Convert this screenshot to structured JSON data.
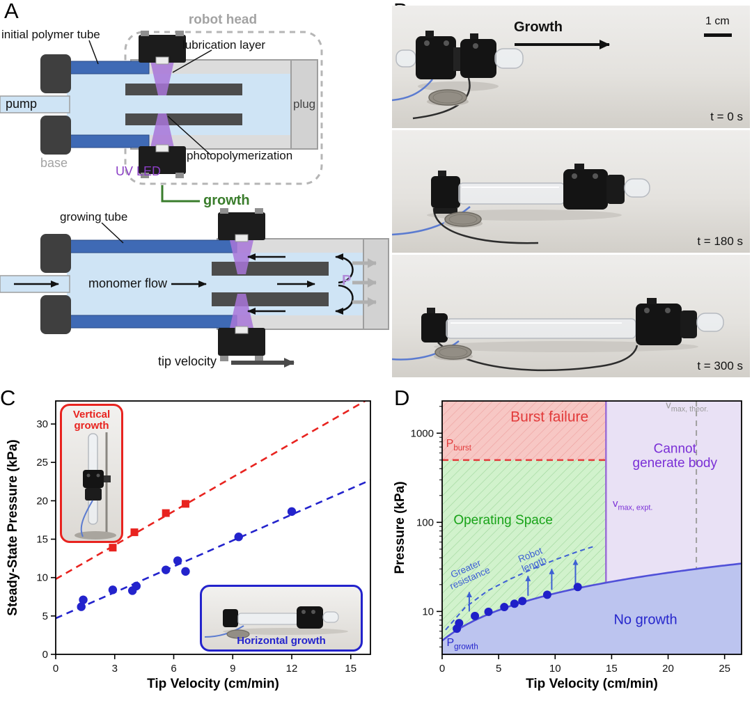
{
  "panel_letters": {
    "a": "A",
    "b": "B",
    "c": "C",
    "d": "D"
  },
  "panel_a": {
    "labels": {
      "robot_head": "robot head",
      "initial_polymer_tube": "initial polymer tube",
      "lubrication_layer": "lubrication layer",
      "pump": "pump",
      "plug": "plug",
      "base": "base",
      "uv_led": "UV LED",
      "photopolymerization": "photopolymerization",
      "growth": "growth",
      "growing_tube": "growing tube",
      "monomer_flow": "monomer flow",
      "pressure": "P",
      "tip_velocity": "tip velocity"
    },
    "colors": {
      "tube_blue": "#3f6ab5",
      "monomer_light_blue": "#cfe4f5",
      "uv_purple": "#a875d8",
      "growth_green": "#3a7d2c"
    }
  },
  "panel_b": {
    "growth_label": "Growth",
    "scale_bar_label": "1 cm",
    "frames": [
      {
        "time_label": "t = 0 s"
      },
      {
        "time_label": "t = 180 s"
      },
      {
        "time_label": "t = 300 s"
      }
    ]
  },
  "chart_data": [
    {
      "id": "C",
      "type": "scatter",
      "xlabel": "Tip Velocity (cm/min)",
      "ylabel": "Steady-State Pressure (kPa)",
      "xlim": [
        0,
        16
      ],
      "ylim": [
        0,
        33
      ],
      "xticks": [
        0,
        3,
        6,
        9,
        12,
        15
      ],
      "yticks": [
        0,
        5,
        10,
        15,
        20,
        25,
        30
      ],
      "grid": false,
      "series": [
        {
          "name": "Vertical growth",
          "marker": "square",
          "color": "#e8231f",
          "trend": [
            [
              0,
              9.8
            ],
            [
              16,
              33.4
            ]
          ],
          "points": [
            [
              2.9,
              13.9
            ],
            [
              4.0,
              15.9
            ],
            [
              5.6,
              18.4
            ],
            [
              6.6,
              19.6
            ]
          ]
        },
        {
          "name": "Horizontal growth",
          "marker": "circle",
          "color": "#2323cc",
          "trend": [
            [
              0,
              4.7
            ],
            [
              16,
              22.7
            ]
          ],
          "points": [
            [
              1.3,
              6.2
            ],
            [
              1.4,
              7.1
            ],
            [
              2.9,
              8.4
            ],
            [
              3.9,
              8.3
            ],
            [
              4.1,
              8.9
            ],
            [
              5.6,
              11.0
            ],
            [
              6.2,
              12.2
            ],
            [
              6.6,
              10.8
            ],
            [
              9.3,
              15.3
            ],
            [
              12.0,
              18.6
            ]
          ]
        }
      ],
      "insets": [
        {
          "label": "Vertical growth",
          "color": "#e8231f"
        },
        {
          "label": "Horizontal growth",
          "color": "#2323cc"
        }
      ]
    },
    {
      "id": "D",
      "type": "phase-diagram",
      "xlabel": "Tip Velocity (cm/min)",
      "ylabel": "Pressure (kPa)",
      "xlim": [
        0,
        26.5
      ],
      "ylim": [
        3.3,
        2300
      ],
      "log_y": true,
      "xticks": [
        0,
        5,
        10,
        15,
        20,
        25
      ],
      "yticks": [
        10,
        100,
        1000
      ],
      "p_burst_kpa": 500,
      "v_max_expt": 14.5,
      "v_max_theor": 22.5,
      "growth_curve": {
        "intercept": 4.7,
        "slope": 1.125
      },
      "resistance_curve": [
        [
          0.3,
          6.2
        ],
        [
          2,
          11
        ],
        [
          4,
          17
        ],
        [
          6,
          23
        ],
        [
          8,
          30
        ],
        [
          10,
          38
        ],
        [
          12,
          47
        ],
        [
          13.5,
          54
        ]
      ],
      "resistance_arrows": [
        [
          2.4,
          10,
          16.5
        ],
        [
          7.6,
          15,
          25
        ],
        [
          9.7,
          17.5,
          30
        ],
        [
          11.8,
          20,
          38
        ]
      ],
      "points": [
        [
          1.3,
          6.4
        ],
        [
          1.5,
          7.4
        ],
        [
          2.9,
          8.9
        ],
        [
          4.1,
          9.9
        ],
        [
          5.5,
          11.2
        ],
        [
          6.4,
          12.2
        ],
        [
          7.1,
          13.1
        ],
        [
          9.3,
          15.4
        ],
        [
          12.0,
          18.8
        ]
      ],
      "regions": [
        {
          "id": "burst-failure",
          "label": "Burst failure",
          "fill": "#f2a19d"
        },
        {
          "id": "operating-space",
          "label": "Operating Space",
          "fill": "#abe8a2"
        },
        {
          "id": "cannot-generate-body",
          "label": "Cannot generate body",
          "fill": "#e3d9f3"
        },
        {
          "id": "no-growth",
          "label": "No growth",
          "fill": "#8f9ce4"
        }
      ],
      "annotations": [
        {
          "id": "burst-failure-label",
          "text": "Burst failure",
          "x": 9.5,
          "y": 1350,
          "size": 21,
          "color": "#e23b3b"
        },
        {
          "id": "cannot-generate-body-label",
          "text": "Cannot\ngenerate body",
          "x": 20.6,
          "y": 600,
          "size": 19,
          "color": "#7a2fd6"
        },
        {
          "id": "operating-space-label",
          "text": "Operating Space",
          "x": 5.4,
          "y": 95,
          "size": 19,
          "color": "#19a319"
        },
        {
          "id": "no-growth-label",
          "text": "No growth",
          "x": 18,
          "y": 7.2,
          "size": 20,
          "color": "#2626cc"
        },
        {
          "id": "p-burst-label",
          "text": "P",
          "sub": "burst",
          "x": 0.35,
          "y": 700,
          "size": 16,
          "color": "#e23b3b",
          "anchor": "start"
        },
        {
          "id": "p-growth-label",
          "text": "P",
          "sub": "growth",
          "x": 0.4,
          "y": 4.1,
          "size": 16,
          "color": "#2626cc",
          "anchor": "start"
        },
        {
          "id": "v-max-theor-label",
          "text": "v",
          "sub": "max, theor.",
          "x": 19.8,
          "y": 1900,
          "size": 15,
          "color": "#9a9a9a",
          "anchor": "start"
        },
        {
          "id": "v-max-expt-label",
          "text": "v",
          "sub": "max, expt.",
          "x": 15.1,
          "y": 150,
          "size": 15,
          "color": "#7a2fd6",
          "anchor": "start"
        },
        {
          "id": "greater-resistance-label",
          "text": "Greater\nresistance",
          "x": 2.2,
          "y": 28,
          "size": 13.5,
          "color": "#3d5fd4",
          "rotate": -24
        },
        {
          "id": "robot-length-label",
          "text": "Robot\nlength",
          "x": 7.9,
          "y": 40,
          "size": 13.5,
          "color": "#3d5fd4",
          "rotate": -22
        }
      ]
    }
  ]
}
